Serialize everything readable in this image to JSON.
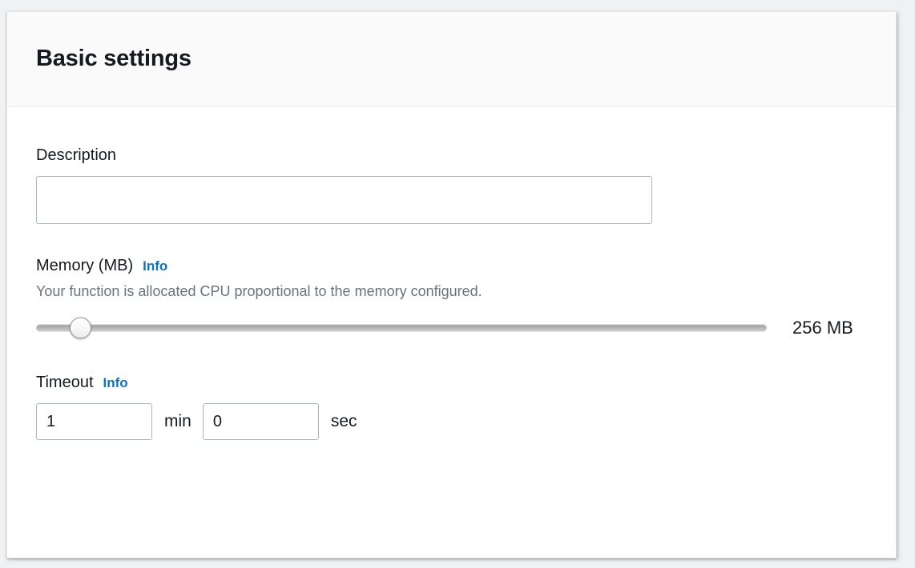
{
  "card": {
    "title": "Basic settings"
  },
  "description": {
    "label": "Description",
    "value": "",
    "placeholder": ""
  },
  "memory": {
    "label": "Memory (MB)",
    "info_label": "Info",
    "help_text": "Your function is allocated CPU proportional to the memory configured.",
    "value_label": "256 MB",
    "value": 256,
    "min": 128,
    "max": 10240,
    "thumb_percent": 6
  },
  "timeout": {
    "label": "Timeout",
    "info_label": "Info",
    "minutes_value": "1",
    "minutes_unit": "min",
    "seconds_value": "0",
    "seconds_unit": "sec"
  },
  "colors": {
    "page_background": "#f0f1f2",
    "card_background": "#ffffff",
    "header_background": "#fafafa",
    "title_text": "#16191f",
    "link_blue": "#0a73c4",
    "help_text": "#68737d",
    "input_border": "#aab7b8",
    "slider_track": "#b4b4b4"
  }
}
